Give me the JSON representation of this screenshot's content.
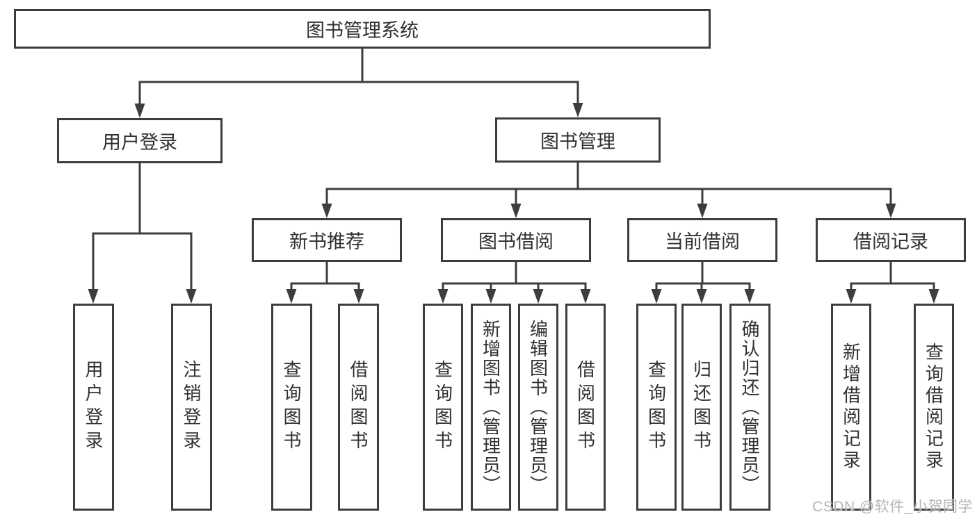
{
  "tree": {
    "root": {
      "label": "图书管理系统",
      "children": [
        {
          "label": "用户登录",
          "children": [
            {
              "label": "用户登录"
            },
            {
              "label": "注销登录"
            }
          ]
        },
        {
          "label": "图书管理",
          "children": [
            {
              "label": "新书推荐",
              "children": [
                {
                  "label": "查询图书"
                },
                {
                  "label": "借阅图书"
                }
              ]
            },
            {
              "label": "图书借阅",
              "children": [
                {
                  "label": "查询图书"
                },
                {
                  "label": "新增图书（管理员）"
                },
                {
                  "label": "编辑图书（管理员）"
                },
                {
                  "label": "借阅图书"
                }
              ]
            },
            {
              "label": "当前借阅",
              "children": [
                {
                  "label": "查询图书"
                },
                {
                  "label": "归还图书"
                },
                {
                  "label": "确认归还（管理员）"
                }
              ]
            },
            {
              "label": "借阅记录",
              "children": [
                {
                  "label": "新增借阅记录"
                },
                {
                  "label": "查询借阅记录"
                }
              ]
            }
          ]
        }
      ]
    }
  },
  "watermark": {
    "text": "CSDN @软件_小贺同学"
  },
  "colors": {
    "line": "#3d3d3d",
    "text": "#303030",
    "background": "#ffffff",
    "watermark": "#b5b5b5"
  }
}
